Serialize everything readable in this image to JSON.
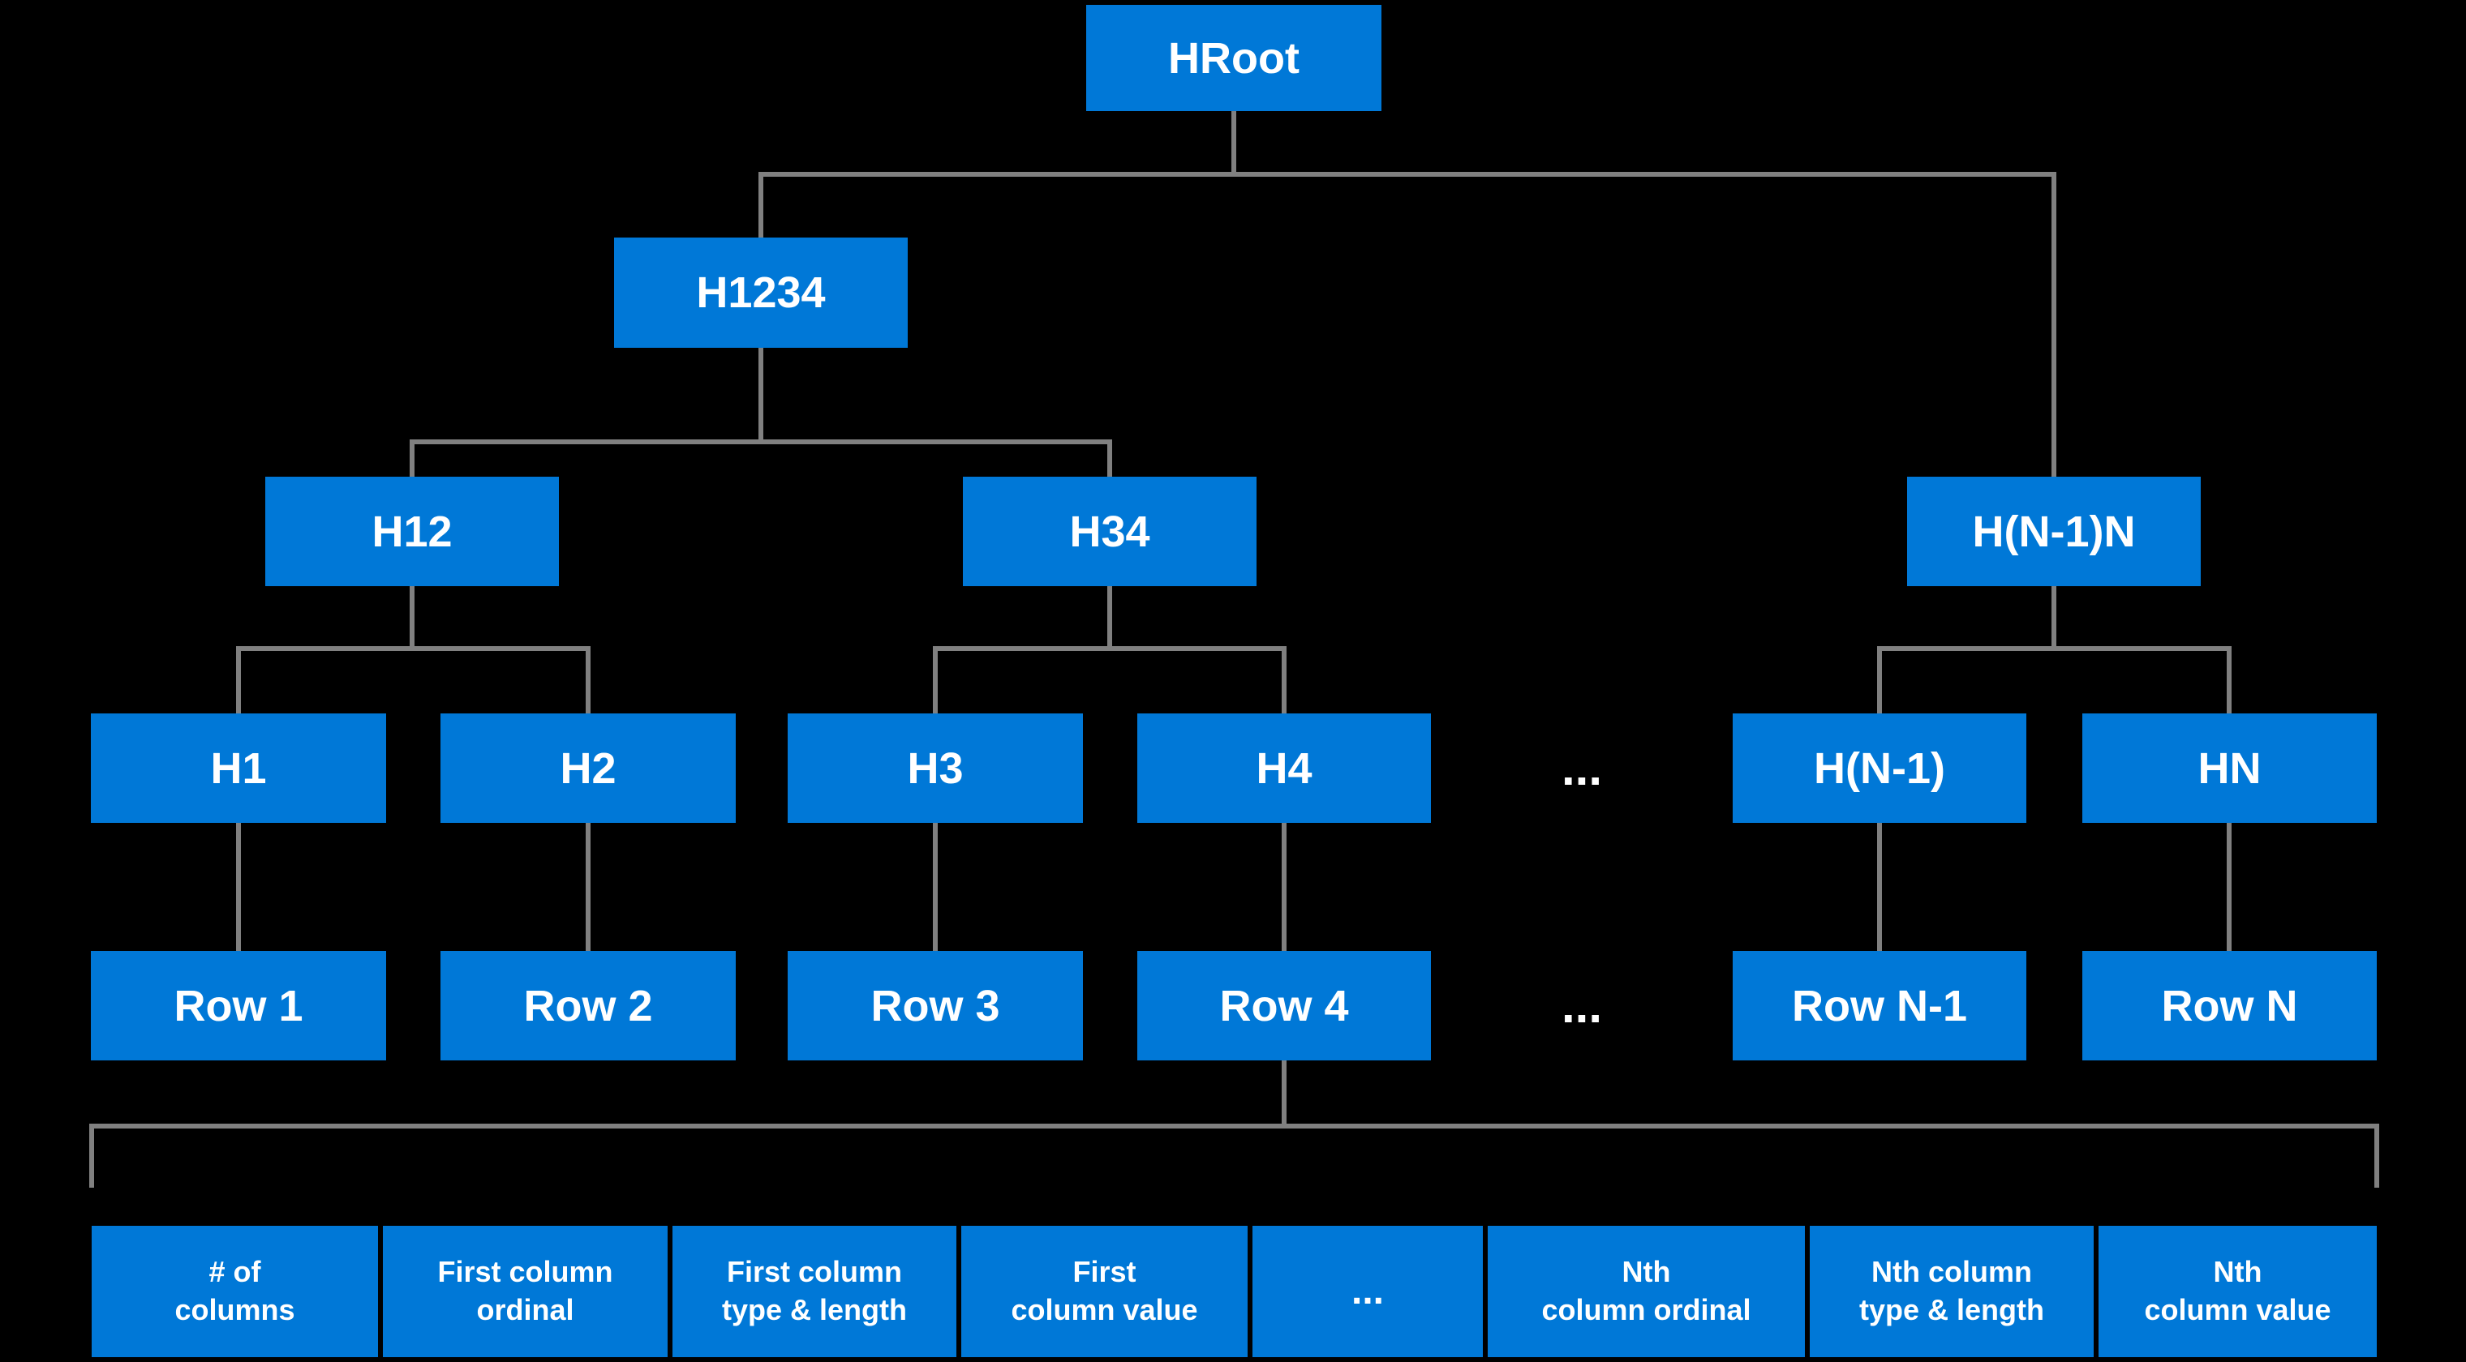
{
  "diagram": {
    "description": "Hash tree over table rows",
    "colors": {
      "node_fill": "#0078D7",
      "connector": "#808080",
      "background": "#000000",
      "text": "#FFFFFF"
    },
    "nodes": {
      "hroot": "HRoot",
      "h1234": "H1234",
      "h12": "H12",
      "h34": "H34",
      "hn1n": "H(N-1)N",
      "h1": "H1",
      "h2": "H2",
      "h3": "H3",
      "h4": "H4",
      "hn_minus_1": "H(N-1)",
      "hn": "HN",
      "row1": "Row 1",
      "row2": "Row 2",
      "row3": "Row 3",
      "row4": "Row 4",
      "row_n_minus_1": "Row N-1",
      "row_n": "Row N"
    },
    "ellipsis": {
      "hash_level": "...",
      "row_level": "..."
    },
    "row_fields": [
      {
        "id": "num-columns",
        "label": "# of\ncolumns"
      },
      {
        "id": "first-column-ordinal",
        "label": "First column\nordinal"
      },
      {
        "id": "first-column-type-length",
        "label": "First column\ntype & length"
      },
      {
        "id": "first-column-value",
        "label": "First\ncolumn value"
      },
      {
        "id": "fields-ellipsis",
        "label": "..."
      },
      {
        "id": "nth-column-ordinal",
        "label": "Nth\ncolumn ordinal"
      },
      {
        "id": "nth-column-type-length",
        "label": "Nth column\ntype & length"
      },
      {
        "id": "nth-column-value",
        "label": "Nth\ncolumn value"
      }
    ]
  }
}
